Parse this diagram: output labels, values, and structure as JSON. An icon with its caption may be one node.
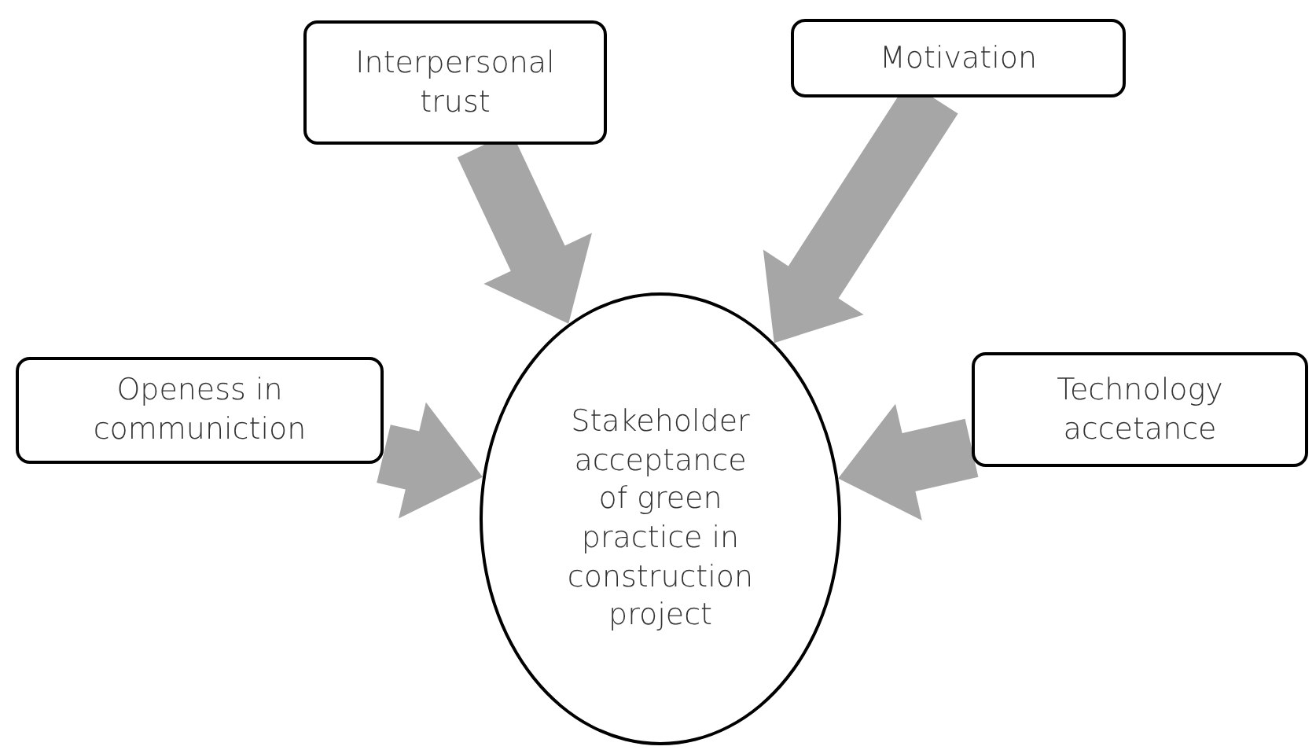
{
  "diagram": {
    "nodes": [
      {
        "text": [
          "Interpersonal trust"
        ]
      },
      {
        "text": [
          "Motivation"
        ]
      },
      {
        "text": [
          "Openess in communiction"
        ]
      },
      {
        "text": [
          "Technology accetance"
        ]
      },
      {
        "text": [
          "Stakeholder acceptance of green practice in construction project"
        ]
      }
    ],
    "edges": [
      {
        "from": 0,
        "to": 4,
        "arrow": "to",
        "style": "thick"
      },
      {
        "from": 1,
        "to": 4,
        "arrow": "to",
        "style": "thick"
      },
      {
        "from": 2,
        "to": 4,
        "arrow": "to",
        "style": "thick"
      },
      {
        "from": 3,
        "to": 4,
        "arrow": "to",
        "style": "thick"
      }
    ]
  }
}
